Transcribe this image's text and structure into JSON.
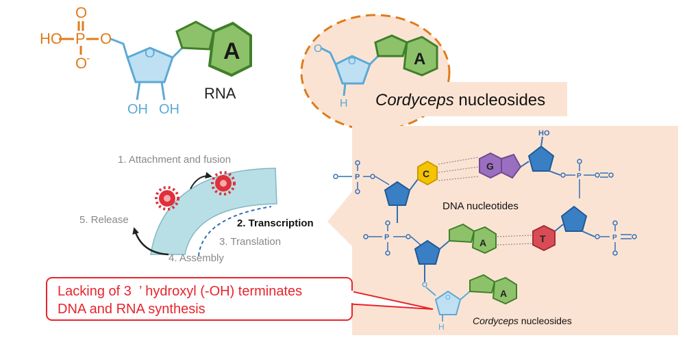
{
  "rna_structure": {
    "phosphate_labels": {
      "o_top": "O",
      "ho": "HO",
      "p": "P",
      "o_bottom": "O",
      "o_minus": "-",
      "o_link": "O"
    },
    "ring_oxygen": "O",
    "hydroxyls": [
      "OH",
      "OH"
    ],
    "base": "A",
    "label": "RNA"
  },
  "cordyceps_top": {
    "ring_oxygen": "O",
    "h_label": "H",
    "base": "A",
    "label_italic": "Cordyceps",
    "label_rest": " nucleosides"
  },
  "virus_cycle": {
    "step1": "1. Attachment and fusion",
    "step2": "2. Transcription",
    "step3": "3. Translation",
    "step4": "4. Assembly",
    "step5": "5. Release"
  },
  "dna_panel": {
    "ho_label": "HO",
    "bases": {
      "c": "C",
      "g": "G",
      "a": "A",
      "t": "T",
      "a2": "A"
    },
    "label": "DNA nucleotides",
    "atom_o": "O",
    "atom_p": "P",
    "h_label": "H",
    "bottom_label_italic": "Cordyceps",
    "bottom_label_rest": " nucleosides"
  },
  "callout": {
    "line1": "Lacking of 3  ’ hydroxyl (-OH) terminates",
    "line2": "DNA and RNA synthesis"
  },
  "colors": {
    "orange": "#e07b1a",
    "sugar_blue": "#5ba9d6",
    "dark_blue": "#2f6fb5",
    "base_green": "#8dc26b",
    "base_green_dark": "#3f7f2a",
    "guanine_purple": "#9a6fbf",
    "cytosine_yellow": "#f5c400",
    "thymine_red": "#d94b55",
    "panel_peach": "#fbe3d3",
    "callout_red": "#e8232b",
    "membrane_teal": "#b9dfe6"
  }
}
